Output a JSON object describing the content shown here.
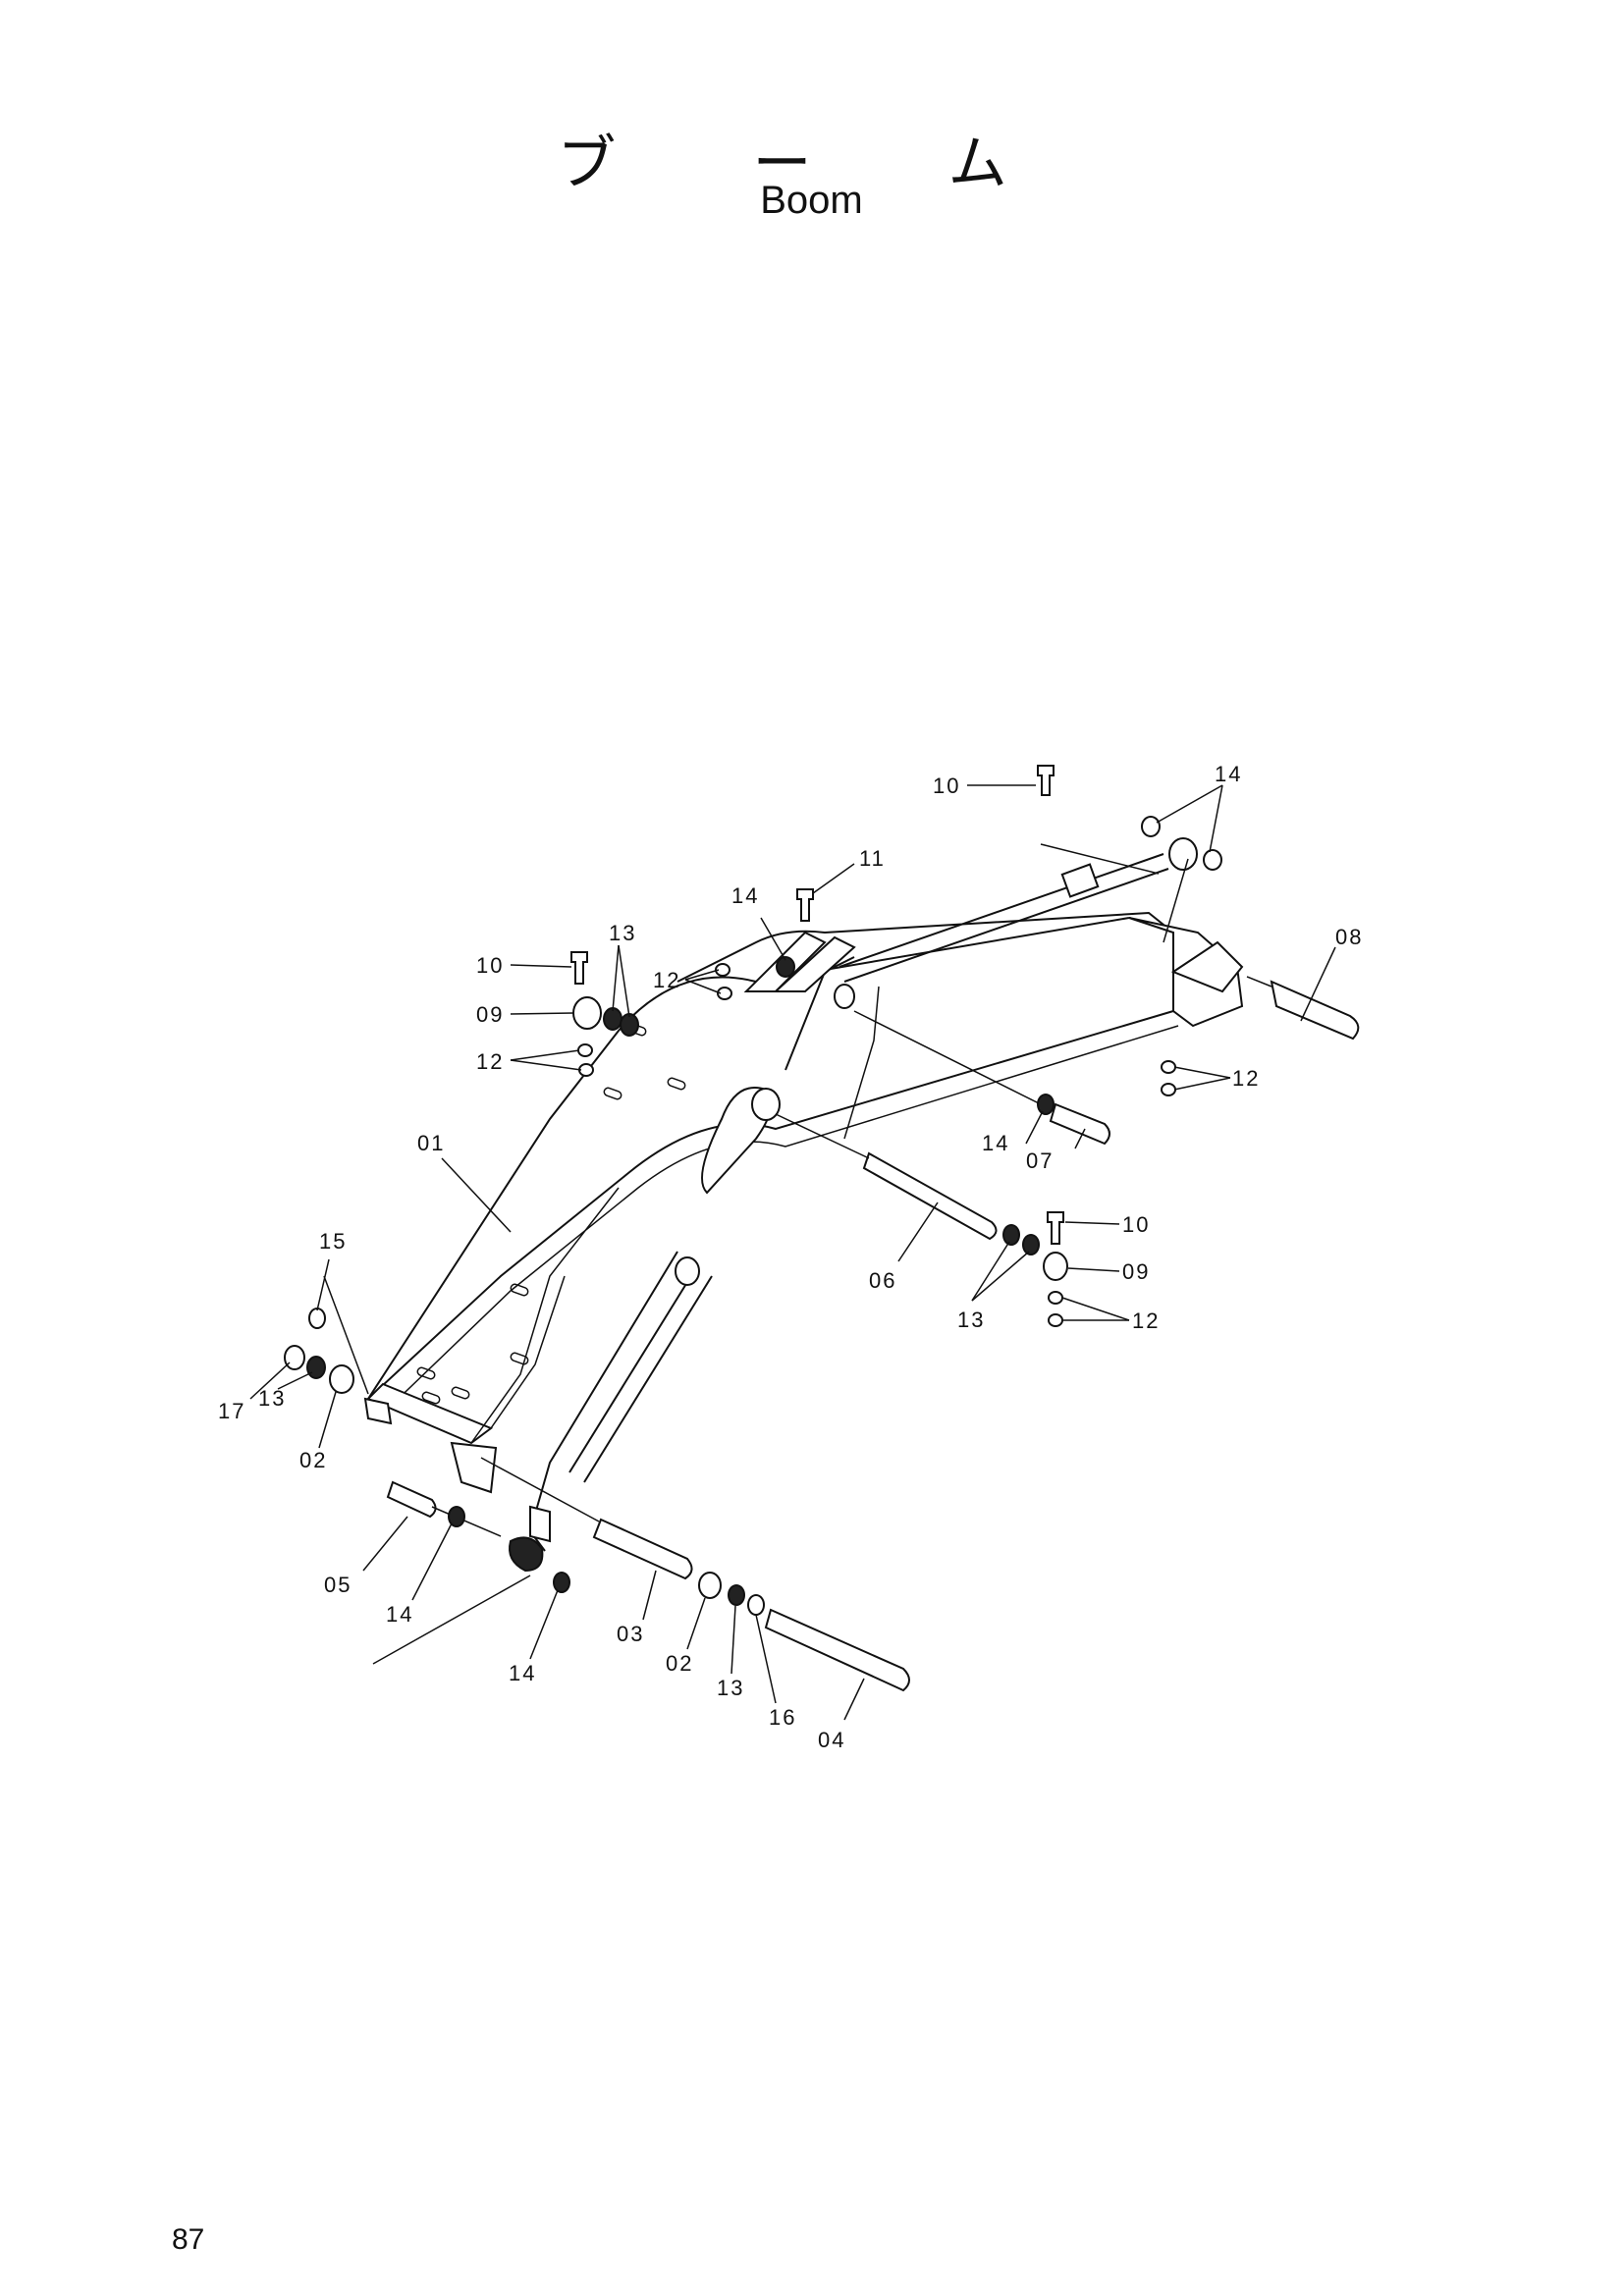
{
  "title_jp": "ブ ー ム",
  "title_en": "Boom",
  "page_number": "87",
  "labels": {
    "l01": "01",
    "l02a": "02",
    "l02b": "02",
    "l03": "03",
    "l04": "04",
    "l05": "05",
    "l06": "06",
    "l07": "07",
    "l08": "08",
    "l09a": "09",
    "l09b": "09",
    "l10a": "10",
    "l10b": "10",
    "l10c": "10",
    "l11": "11",
    "l12a": "12",
    "l12b": "12",
    "l12c": "12",
    "l12d": "12",
    "l13a": "13",
    "l13b": "13",
    "l13c": "13",
    "l13d": "13",
    "l14a": "14",
    "l14b": "14",
    "l14c": "14",
    "l14d": "14",
    "l14e": "14",
    "l15": "15",
    "l16": "16",
    "l17": "17"
  }
}
